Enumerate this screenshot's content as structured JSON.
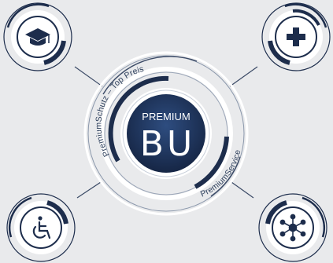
{
  "center": {
    "label_top": "PREMIUM",
    "label_main": "BU",
    "arc_label_left": "PremiumSchutz – Top Preis",
    "arc_label_right": "PremiumService"
  },
  "nodes": [
    {
      "id": "education",
      "icon": "graduation-cap-icon"
    },
    {
      "id": "health",
      "icon": "plus-cross-icon"
    },
    {
      "id": "disability",
      "icon": "wheelchair-icon"
    },
    {
      "id": "network",
      "icon": "network-hub-icon"
    }
  ],
  "colors": {
    "background": "#e9eaec",
    "navy": "#1d2d4c",
    "line": "#3b4a66",
    "ring_light": "#ffffff",
    "ring_mid": "#8a97ab"
  }
}
